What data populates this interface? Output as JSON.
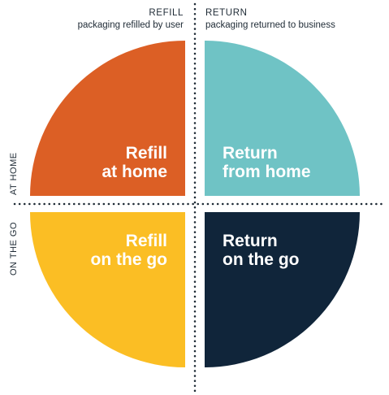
{
  "header": {
    "left_title": "REFILL",
    "left_subtitle": "packaging refilled by user",
    "right_title": "RETURN",
    "right_subtitle": "packaging returned to business"
  },
  "side_labels": {
    "top": "AT HOME",
    "bottom": "ON THE GO"
  },
  "quadrants": {
    "top_left": {
      "line1": "Refill",
      "line2": "at home",
      "color": "#dc5f25"
    },
    "top_right": {
      "line1": "Return",
      "line2": "from home",
      "color": "#6fc3c5"
    },
    "bottom_left": {
      "line1": "Refill",
      "line2": "on the go",
      "color": "#fbbe24"
    },
    "bottom_right": {
      "line1": "Return",
      "line2": "on the go",
      "color": "#10253a"
    }
  },
  "colors": {
    "axis_dots": "#1e2a35"
  }
}
